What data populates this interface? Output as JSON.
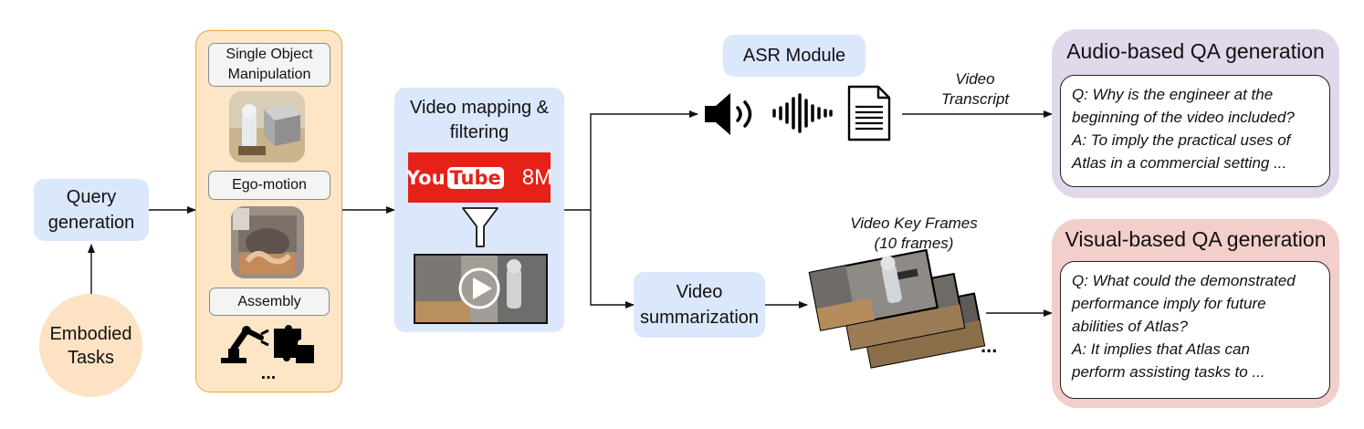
{
  "query": {
    "label_line1": "Query",
    "label_line2": "generation"
  },
  "embodied": {
    "label_line1": "Embodied",
    "label_line2": "Tasks"
  },
  "tasks": {
    "single_object_line1": "Single Object",
    "single_object_line2": "Manipulation",
    "ego_motion": "Ego-motion",
    "assembly": "Assembly",
    "more": "..."
  },
  "video_mapping": {
    "label_line1": "Video mapping &",
    "label_line2": "filtering",
    "youtube_logo_you": "You",
    "youtube_logo_tube": "Tube",
    "video_count": "8M"
  },
  "asr": {
    "label": "ASR Module"
  },
  "transcript": {
    "label_line1": "Video",
    "label_line2": "Transcript"
  },
  "summarization": {
    "label_line1": "Video",
    "label_line2": "summarization"
  },
  "key_frames": {
    "label_line1": "Video Key Frames",
    "label_line2": "(10 frames)",
    "more": "..."
  },
  "audio_qa": {
    "title": "Audio-based QA generation",
    "lines": [
      "Q: Why is the engineer at the",
      "beginning of the video included?",
      "A: To imply the practical uses of",
      "Atlas in a commercial setting ..."
    ]
  },
  "visual_qa": {
    "title": "Visual-based QA generation",
    "lines": [
      "Q: What could the demonstrated",
      "performance imply for future",
      "abilities of Atlas?",
      "A: It implies that Atlas can",
      "perform assisting tasks to ..."
    ]
  },
  "colors": {
    "blue_box": "#dbe7fb",
    "tasks_panel": "#fde6c6",
    "tasks_border": "#e9a640",
    "audio_panel": "#e2d8eb",
    "visual_panel": "#f2cfcb",
    "youtube_red": "#e62117"
  }
}
